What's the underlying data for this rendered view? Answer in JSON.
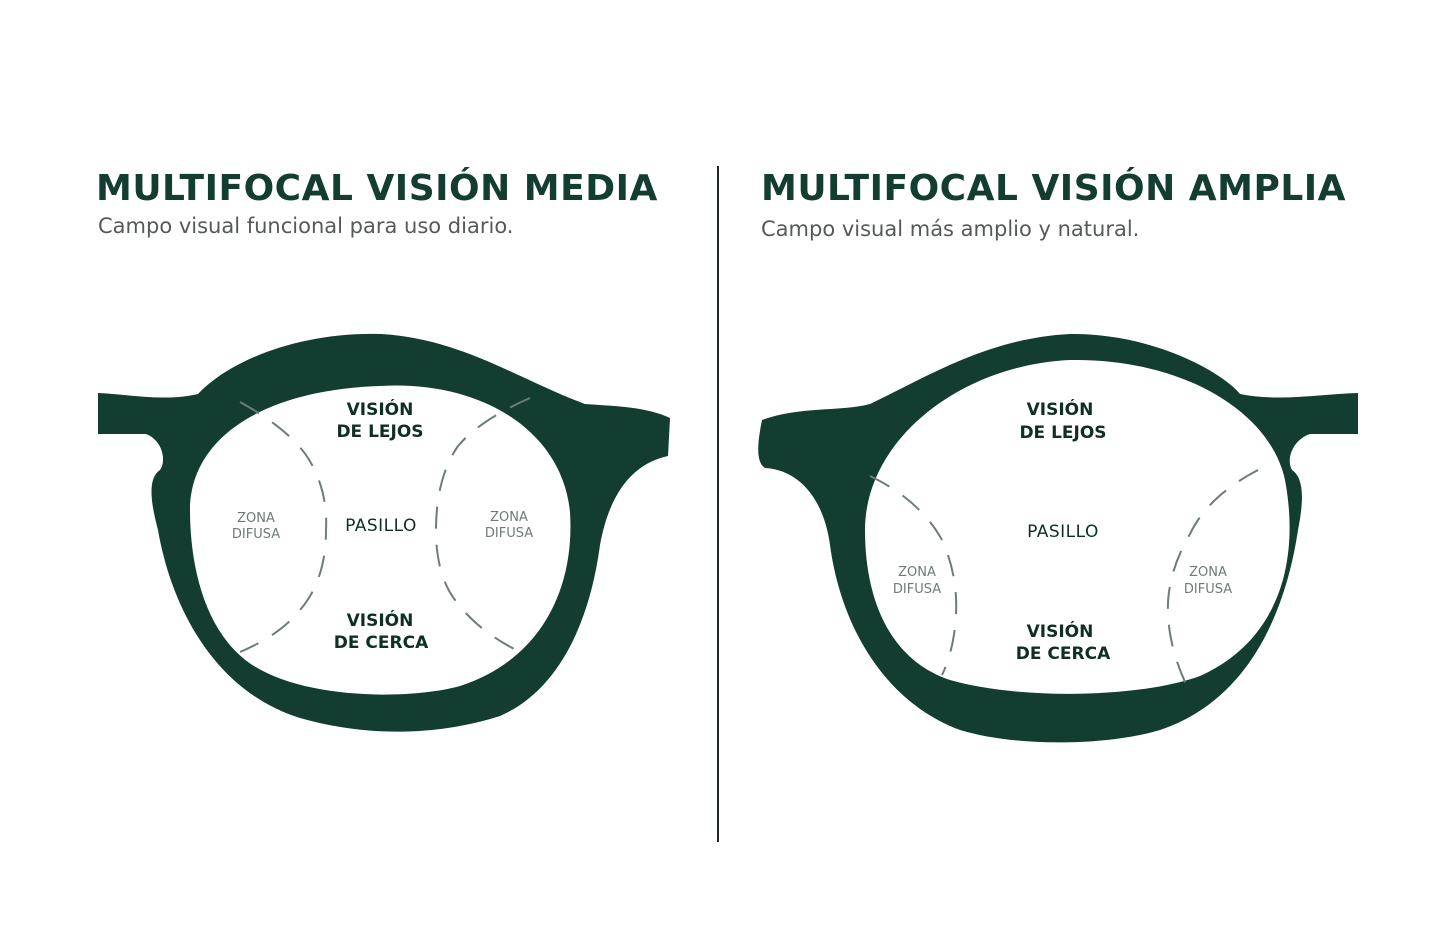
{
  "colors": {
    "frame": "#123d30",
    "title": "#123d30",
    "subtitle": "#555a58",
    "divider": "#1f2a26",
    "dashed_line": "#6d7c78",
    "zone_soft": "#6f7a76"
  },
  "left": {
    "title": "MULTIFOCAL VISIÓN MEDIA",
    "subtitle": "Campo visual funcional para uso diario.",
    "labels": {
      "far_line1": "VISIÓN",
      "far_line2": "DE LEJOS",
      "corridor": "PASILLO",
      "near_line1": "VISIÓN",
      "near_line2": "DE CERCA",
      "blur_left_line1": "ZONA",
      "blur_left_line2": "DIFUSA",
      "blur_right_line1": "ZONA",
      "blur_right_line2": "DIFUSA"
    }
  },
  "right": {
    "title": "MULTIFOCAL VISIÓN AMPLIA",
    "subtitle": "Campo visual más amplio y natural.",
    "labels": {
      "far_line1": "VISIÓN",
      "far_line2": "DE LEJOS",
      "corridor": "PASILLO",
      "near_line1": "VISIÓN",
      "near_line2": "DE CERCA",
      "blur_left_line1": "ZONA",
      "blur_left_line2": "DIFUSA",
      "blur_right_line1": "ZONA",
      "blur_right_line2": "DIFUSA"
    }
  }
}
